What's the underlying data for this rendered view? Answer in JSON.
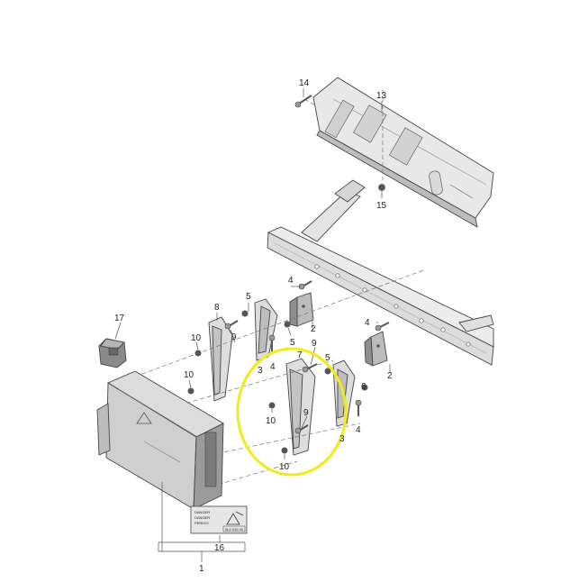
{
  "parts": {
    "p1": "1",
    "p2a": "2",
    "p2b": "2",
    "p3a": "3",
    "p3b": "3",
    "p4a": "4",
    "p4b": "4",
    "p4c": "4",
    "p4d": "4",
    "p5a": "5",
    "p5b": "5",
    "p5c": "5",
    "p6": "6",
    "p7": "7",
    "p8": "8",
    "p9a": "9",
    "p9b": "9",
    "p9c": "9",
    "p10a": "10",
    "p10b": "10",
    "p10c": "10",
    "p10d": "10",
    "p13": "13",
    "p14": "14",
    "p15": "15",
    "p16": "16",
    "p17": "17"
  },
  "warning_label": {
    "line1": "DANGER",
    "line2": "DANGER",
    "line3": "PERIGO",
    "code": "0L0 010 00"
  },
  "colors": {
    "highlight": "#f2ea1a",
    "part_fill": "#e6e6e6",
    "part_dark": "#8c8c8c",
    "line": "#444444"
  }
}
